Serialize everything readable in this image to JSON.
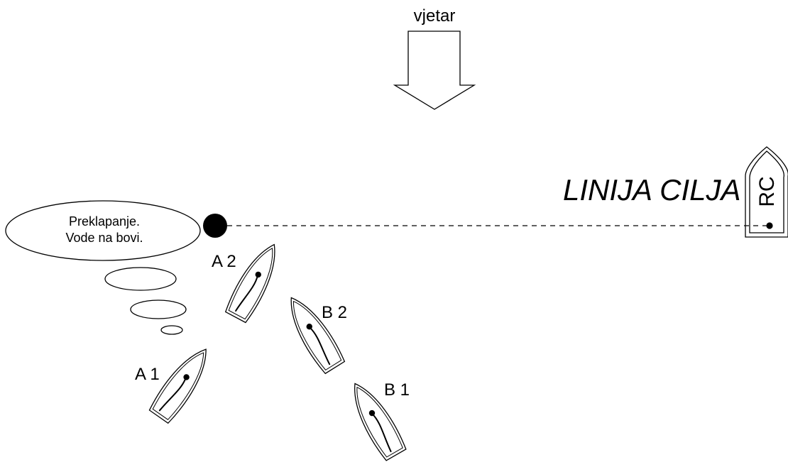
{
  "wind": {
    "label": "vjetar"
  },
  "finish_line": {
    "label": "LINIJA CILJA"
  },
  "committee_boat": {
    "label": "RC"
  },
  "thought_bubble": {
    "line1": "Preklapanje.",
    "line2": "Vode na bovi."
  },
  "boats": [
    {
      "id": "A1",
      "label": "A 1"
    },
    {
      "id": "A2",
      "label": "A 2"
    },
    {
      "id": "B1",
      "label": "B 1"
    },
    {
      "id": "B2",
      "label": "B 2"
    }
  ],
  "colors": {
    "ink": "#000000",
    "background": "#ffffff"
  }
}
